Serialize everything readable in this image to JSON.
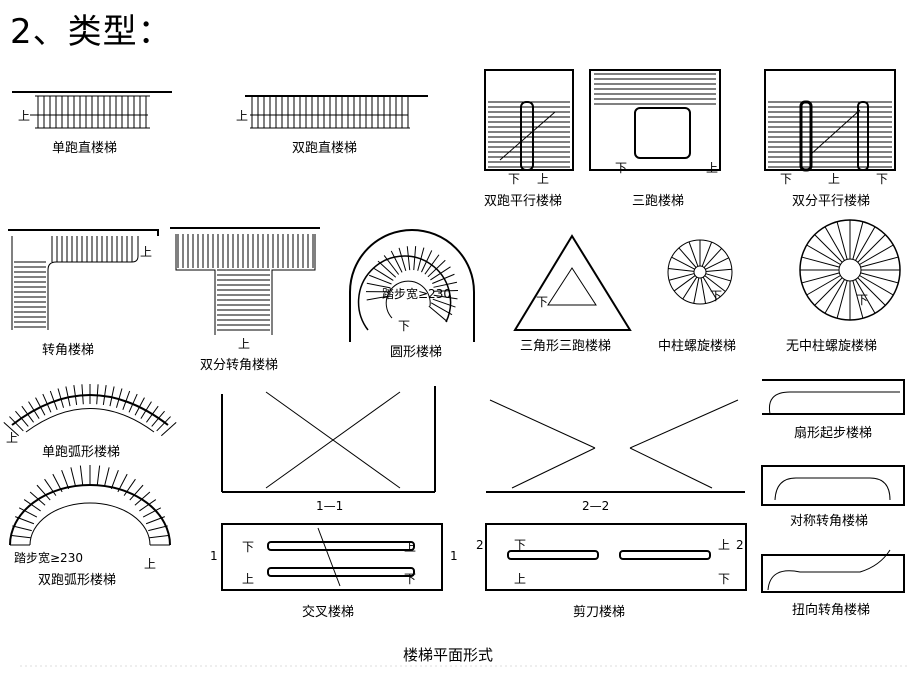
{
  "heading": "2、类型：",
  "caption": "楼梯平面形式",
  "figures": {
    "single_straight": "单跑直楼梯",
    "double_straight": "双跑直楼梯",
    "double_parallel": "双跑平行楼梯",
    "three_run": "三跑楼梯",
    "double_split_parallel": "双分平行楼梯",
    "corner": "转角楼梯",
    "double_split_corner": "双分转角楼梯",
    "circular": "圆形楼梯",
    "triangle_three_run": "三角形三跑楼梯",
    "center_column_spiral": "中柱螺旋楼梯",
    "no_center_spiral": "无中柱螺旋楼梯",
    "single_arc": "单跑弧形楼梯",
    "double_arc": "双跑弧形楼梯",
    "cross": "交叉楼梯",
    "scissor": "剪刀楼梯",
    "fan_start": "扇形起步楼梯",
    "symmetric_corner": "对称转角楼梯",
    "twisted_corner": "扭向转角楼梯"
  },
  "sections": {
    "s1": "1—1",
    "s2": "2—2"
  },
  "marks": {
    "up": "上",
    "down": "下",
    "tread_width": "踏步宽≥230",
    "one": "1",
    "two": "2"
  }
}
